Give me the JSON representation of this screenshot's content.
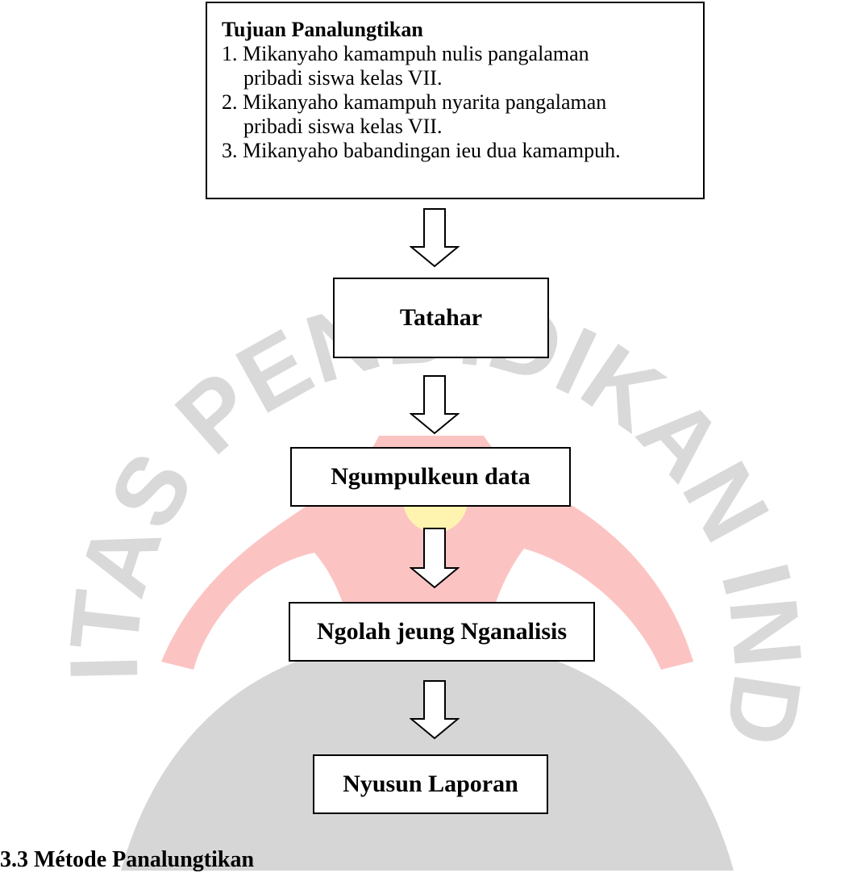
{
  "goals_box": {
    "title": "Tujuan Panalungtikan",
    "items": [
      {
        "line1": "1.  Mikanyaho kamampuh nulis pangalaman",
        "line2": "pribadi siswa kelas VII."
      },
      {
        "line1": "2.  Mikanyaho kamampuh nyarita pangalaman",
        "line2": "pribadi siswa kelas VII."
      },
      {
        "line1": "3. Mikanyaho babandingan ieu dua kamampuh.",
        "line2": ""
      }
    ]
  },
  "steps": {
    "tatahar": "Tatahar",
    "collect": "Ngumpulkeun data",
    "analyze": "Ngolah jeung Nganalisis",
    "report": "Nyusun Laporan"
  },
  "heading": "3.3 Métode Panalungtikan",
  "watermark": {
    "text_top": "UNIVERSITAS PENDIDIKAN INDONESIA",
    "colors": {
      "ring": "#d9d9d9",
      "flame": "#fbc4c2",
      "center": "#fff3b0",
      "base": "#d6d6d6"
    }
  }
}
